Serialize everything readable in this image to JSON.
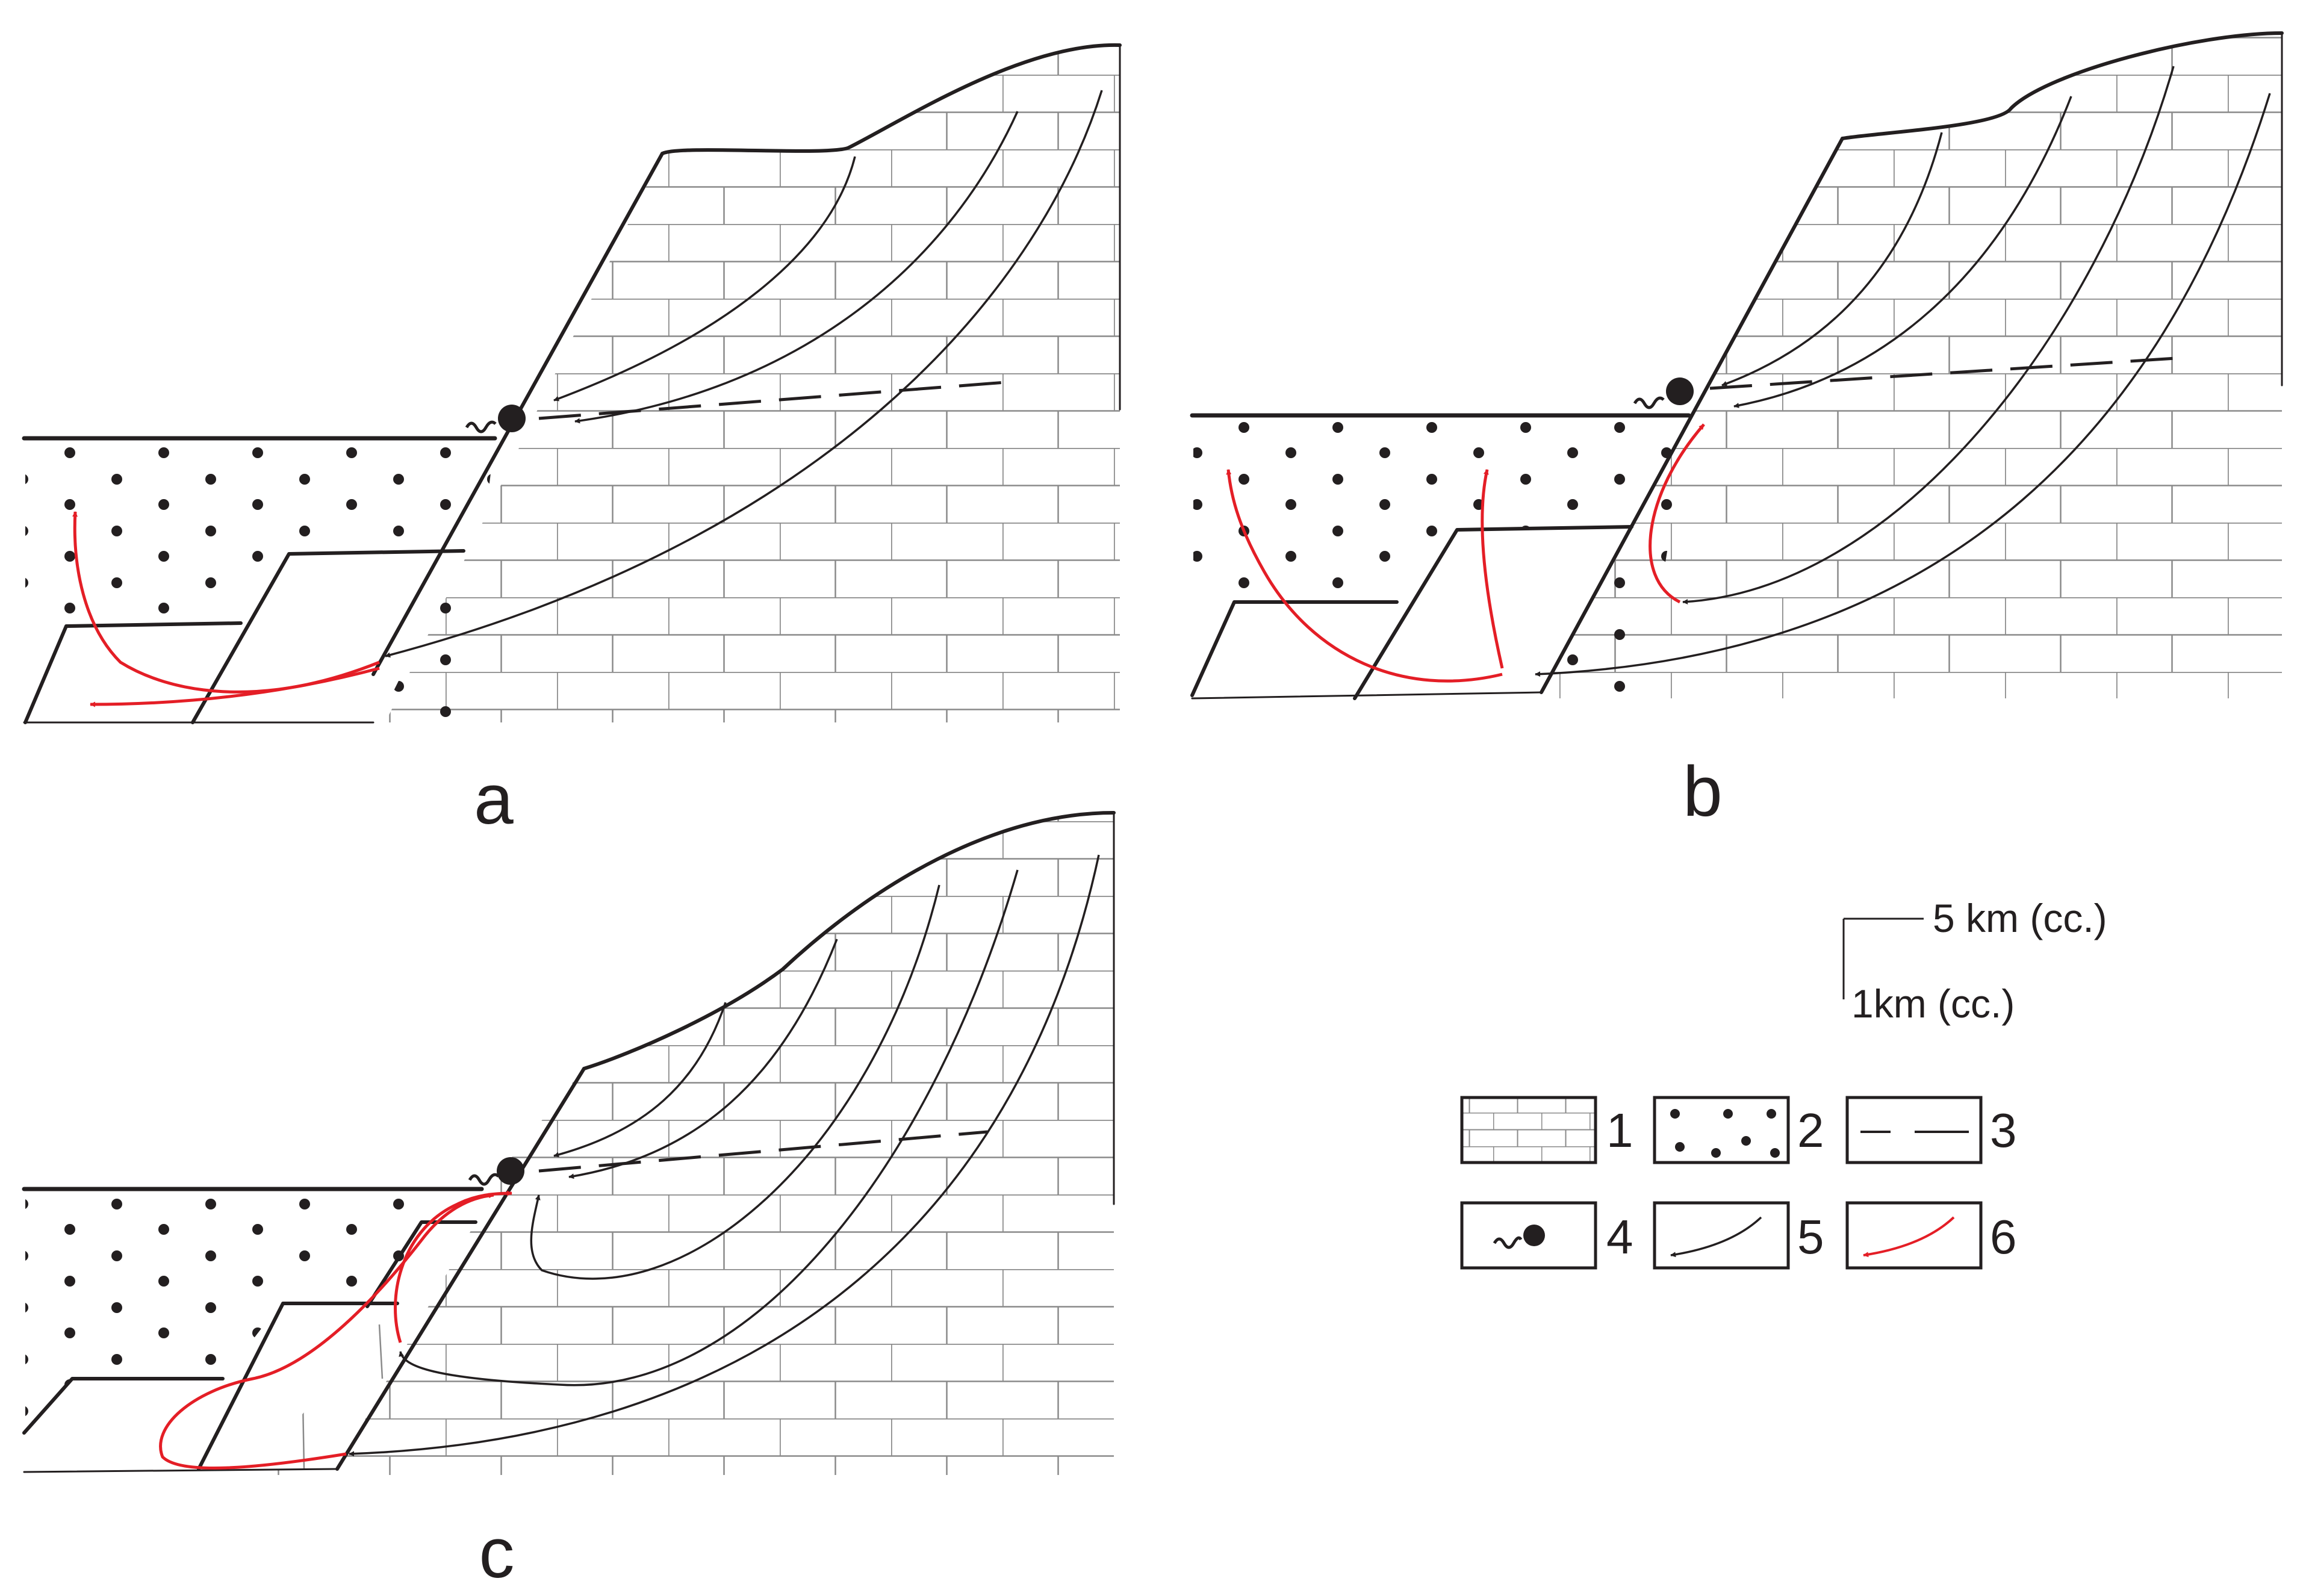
{
  "panels": [
    {
      "label": "a"
    },
    {
      "label": "b"
    },
    {
      "label": "c"
    }
  ],
  "scale": {
    "horizontal": "5 km (cc.)",
    "vertical": "1km (cc.)"
  },
  "legend": [
    {
      "number": "1",
      "icon": "limestone-brick-pattern"
    },
    {
      "number": "2",
      "icon": "dotted-sediment-pattern"
    },
    {
      "number": "3",
      "icon": "dashed-line"
    },
    {
      "number": "4",
      "icon": "spring-icon"
    },
    {
      "number": "5",
      "icon": "black-flow-arrow"
    },
    {
      "number": "6",
      "icon": "red-flow-arrow"
    }
  ],
  "colors": {
    "line": "#231f20",
    "grid": "#7a7a7a",
    "red_flow": "#e41e26"
  }
}
